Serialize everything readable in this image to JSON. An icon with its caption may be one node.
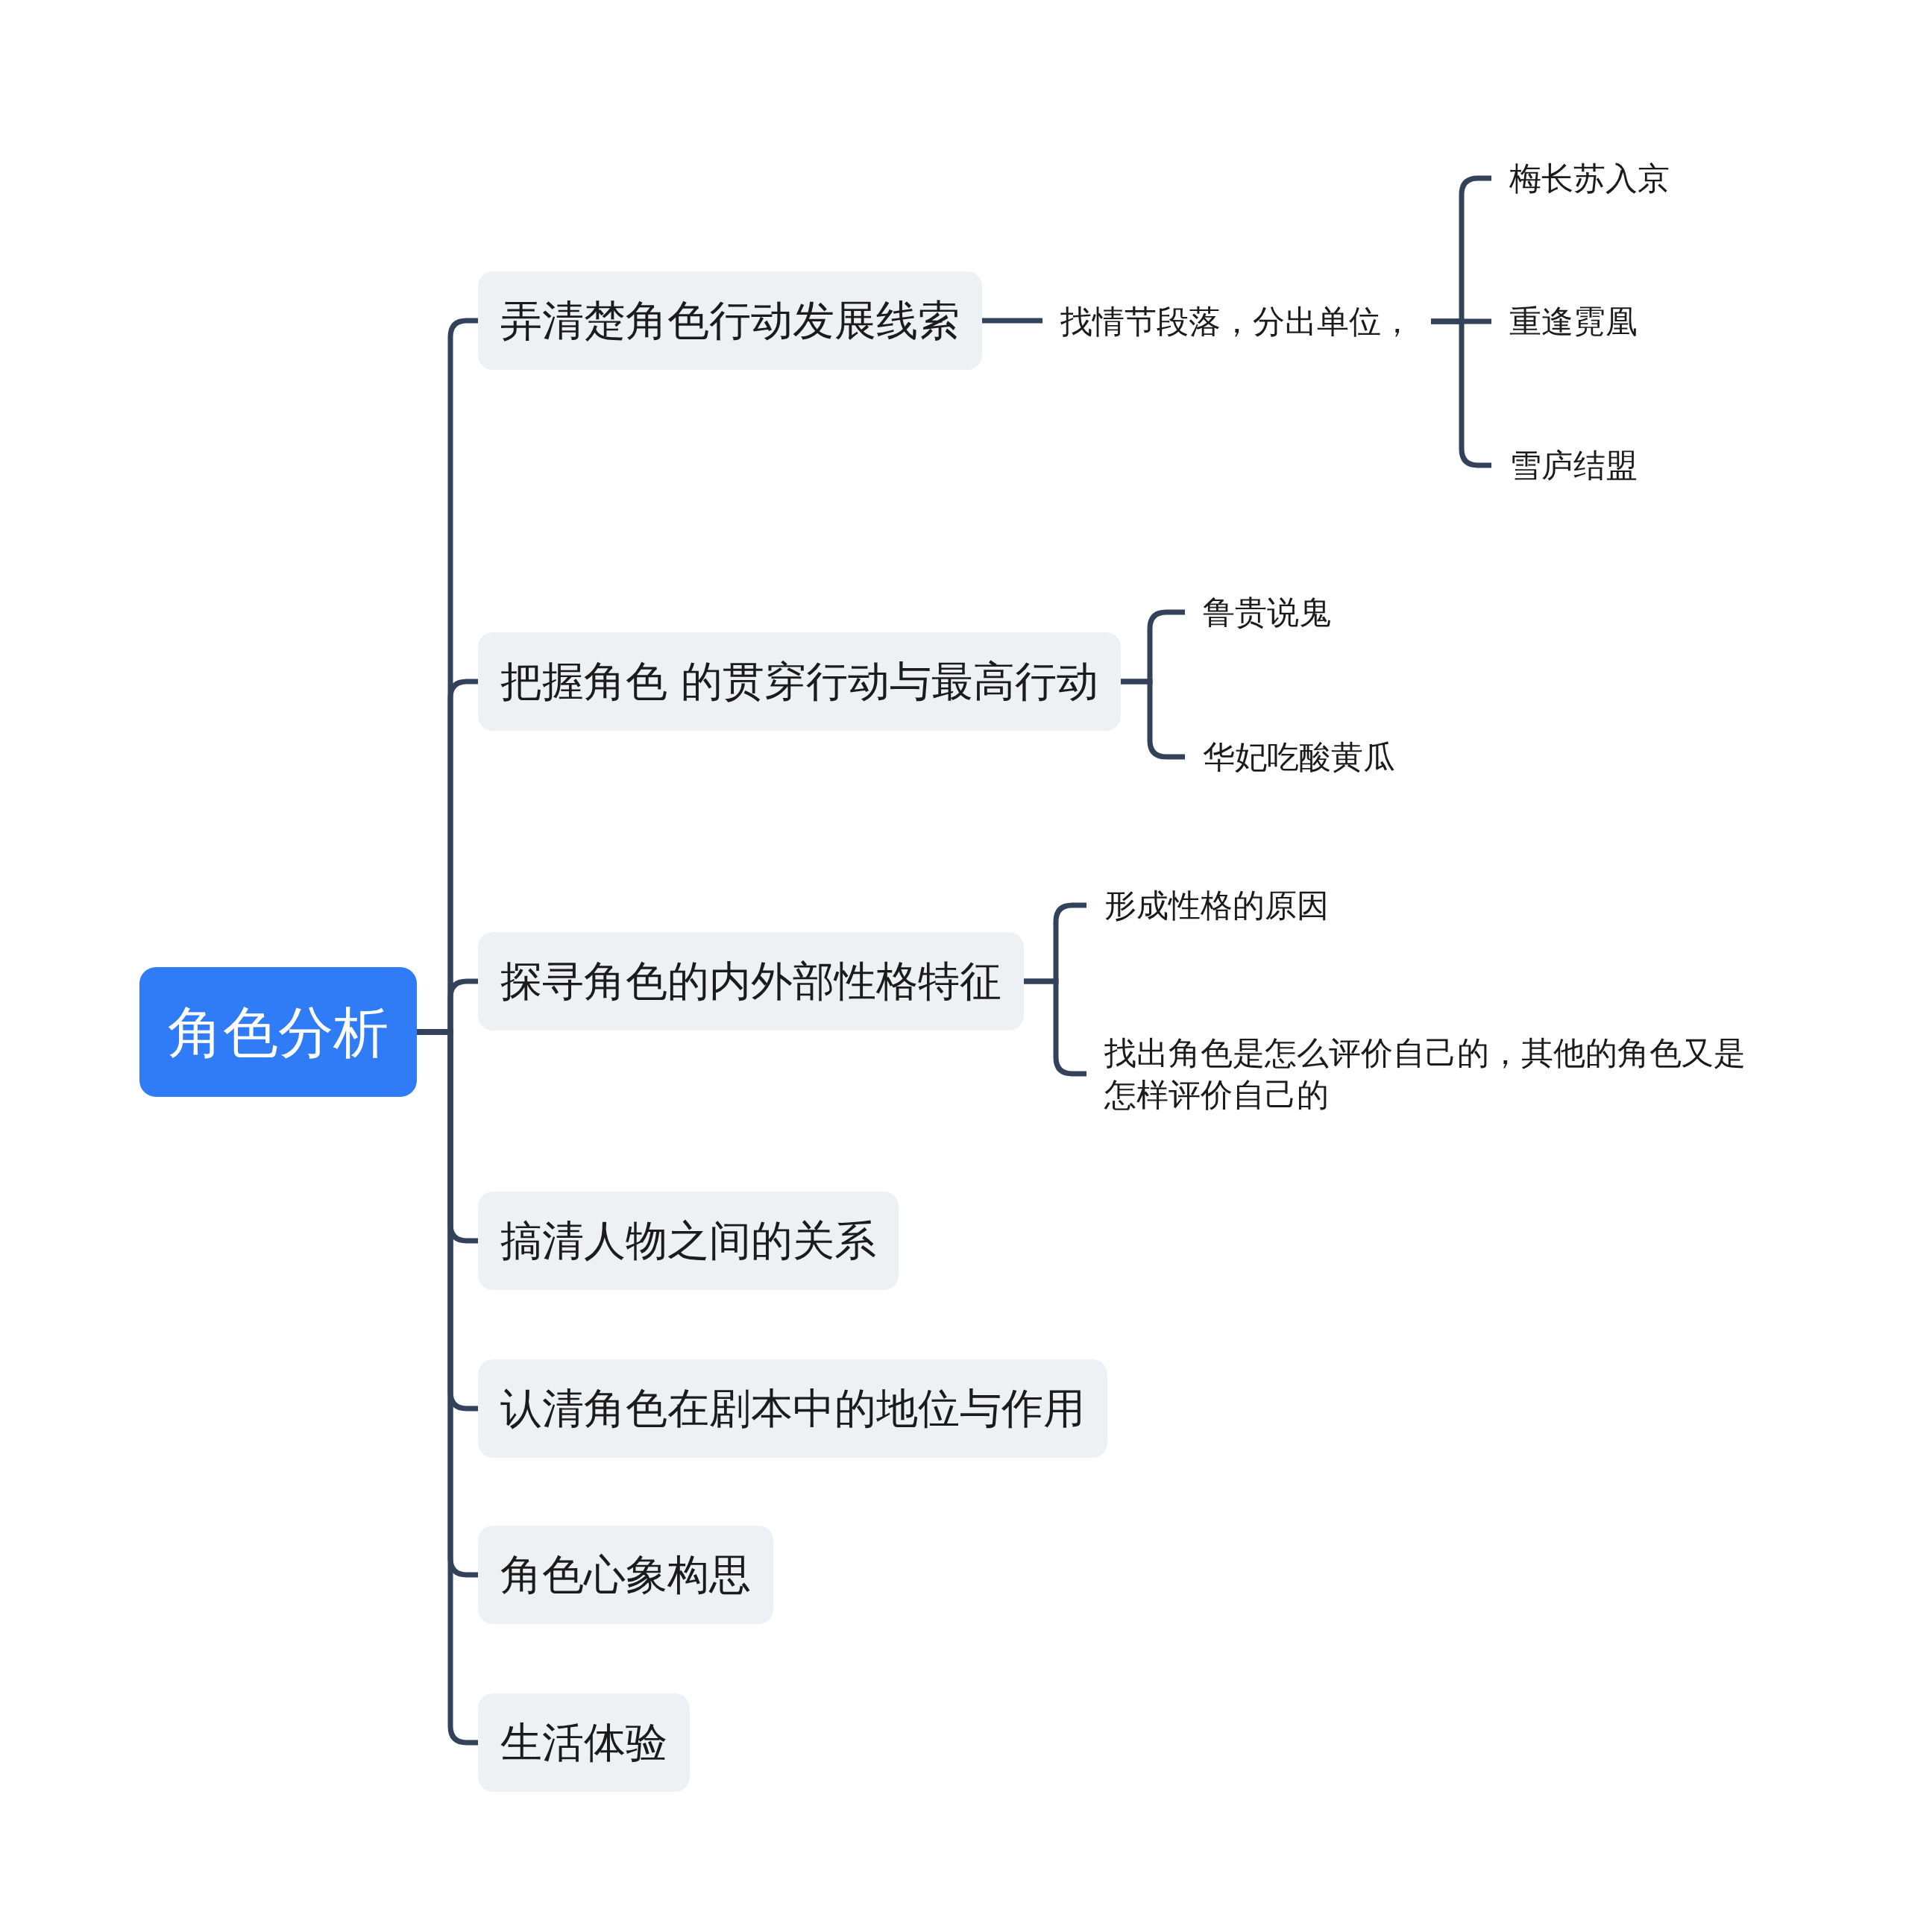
{
  "diagram": {
    "nodes": [
      {
        "text": [
          "角色分析"
        ]
      },
      {
        "text": [
          "弄清楚角色行动发展线索"
        ]
      },
      {
        "text": [
          "找情节段落，分出单位，"
        ]
      },
      {
        "text": [
          "梅长苏入京"
        ]
      },
      {
        "text": [
          "重逢霓凰"
        ]
      },
      {
        "text": [
          "雪庐结盟"
        ]
      },
      {
        "text": [
          "把握角色 的贯穿行动与最高行动"
        ]
      },
      {
        "text": [
          "鲁贵说鬼"
        ]
      },
      {
        "text": [
          "华妃吃酸黄瓜"
        ]
      },
      {
        "text": [
          "探寻角色的内外部性格特征"
        ]
      },
      {
        "text": [
          "形成性格的原因"
        ]
      },
      {
        "text": [
          "找出角色是怎么评价自己的，其他的角色又是怎样评价自己的"
        ]
      },
      {
        "text": [
          "搞清人物之间的关系"
        ]
      },
      {
        "text": [
          "认清角色在剧本中的地位与作用"
        ]
      },
      {
        "text": [
          "角色心象构思"
        ]
      },
      {
        "text": [
          "生活体验"
        ]
      }
    ],
    "edges": [
      {
        "from": 0,
        "to": 1,
        "arrow": "none"
      },
      {
        "from": 1,
        "to": 2,
        "arrow": "none"
      },
      {
        "from": 2,
        "to": 3,
        "arrow": "none"
      },
      {
        "from": 2,
        "to": 4,
        "arrow": "none"
      },
      {
        "from": 2,
        "to": 5,
        "arrow": "none"
      },
      {
        "from": 0,
        "to": 6,
        "arrow": "none"
      },
      {
        "from": 6,
        "to": 7,
        "arrow": "none"
      },
      {
        "from": 6,
        "to": 8,
        "arrow": "none"
      },
      {
        "from": 0,
        "to": 9,
        "arrow": "none"
      },
      {
        "from": 9,
        "to": 10,
        "arrow": "none"
      },
      {
        "from": 9,
        "to": 11,
        "arrow": "none"
      },
      {
        "from": 0,
        "to": 12,
        "arrow": "none"
      },
      {
        "from": 0,
        "to": 13,
        "arrow": "none"
      },
      {
        "from": 0,
        "to": 14,
        "arrow": "none"
      },
      {
        "from": 0,
        "to": 15,
        "arrow": "none"
      }
    ]
  }
}
